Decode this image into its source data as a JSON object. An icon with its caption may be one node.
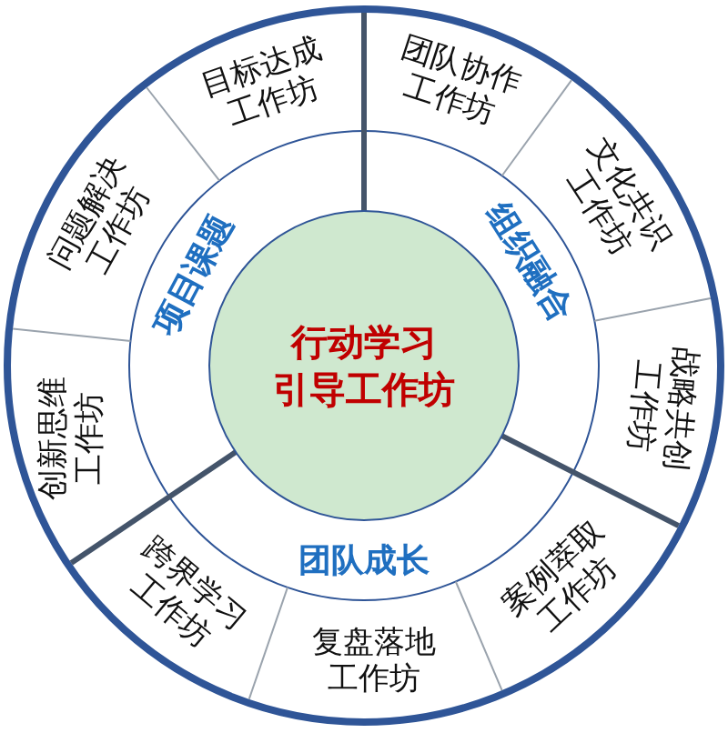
{
  "diagram": {
    "nodes": [
      {
        "text": [
          "目标达成工作坊"
        ]
      },
      {
        "text": [
          "团队协作工作坊"
        ]
      },
      {
        "text": [
          "问题解决工作坊"
        ]
      },
      {
        "text": [
          "项目课题"
        ]
      },
      {
        "text": [
          "组织融合"
        ]
      },
      {
        "text": [
          "文化共识工作坊"
        ]
      },
      {
        "text": [
          "创新思维工作坊"
        ]
      },
      {
        "text": [
          "行动学习引导工作坊"
        ]
      },
      {
        "text": [
          "战略共创工作坊"
        ]
      },
      {
        "text": [
          "跨界学习工作坊"
        ]
      },
      {
        "text": [
          "团队成长"
        ]
      },
      {
        "text": [
          "案例萃取工作坊"
        ]
      },
      {
        "text": [
          "复盘落地工作坊"
        ]
      }
    ]
  }
}
